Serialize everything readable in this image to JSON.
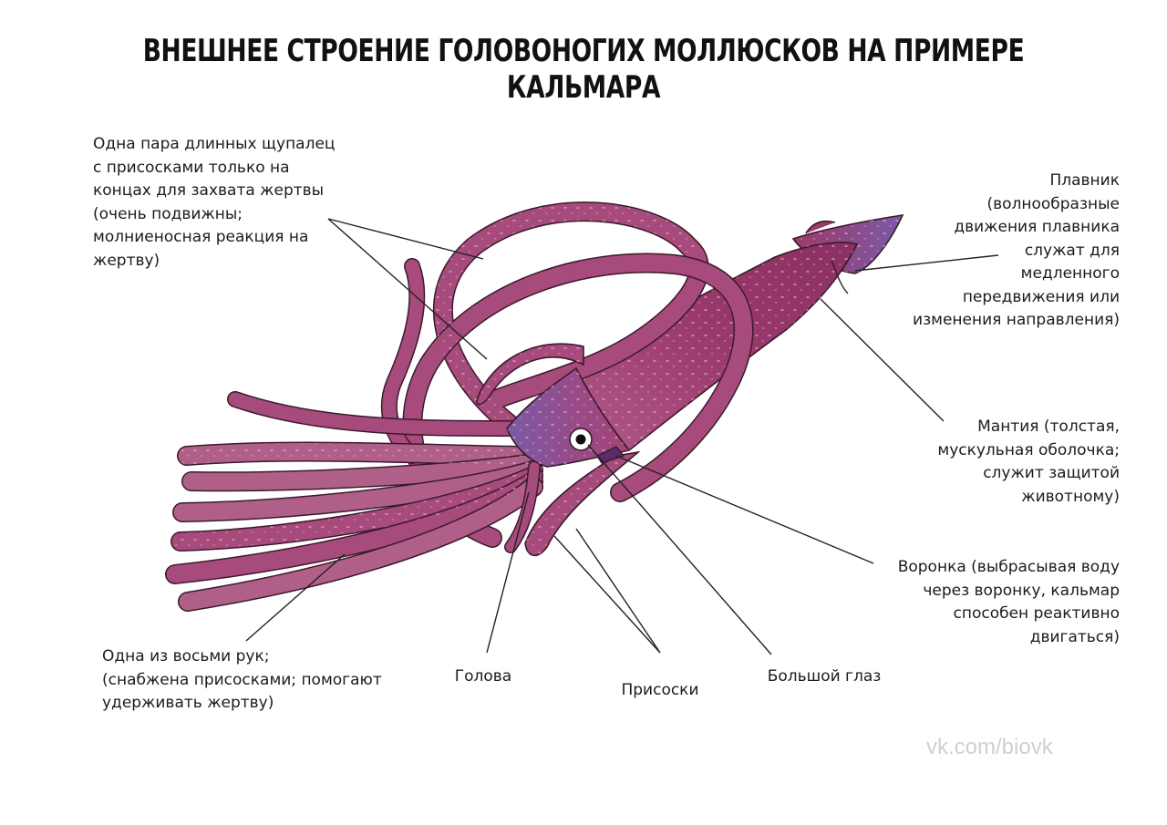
{
  "title": "ВНЕШНЕЕ СТРОЕНИЕ ГОЛОВОНОГИХ МОЛЛЮСКОВ НА ПРИМЕРЕ КАЛЬМАРА",
  "labels": {
    "tentacles": "Одна пара длинных щупалец\nс присосками только на\nконцах для захвата жертвы\n(очень подвижны;\nмолниеносная реакция на\nжертву)",
    "fin": "Плавник\n(волнообразные\nдвижения плавника\nслужат для\nмедленного\nпередвижения или\nизменения направления)",
    "mantle": "Мантия (толстая,\nмускульная оболочка;\nслужит защитой\nживотному)",
    "funnel": "Воронка (выбрасывая воду\nчерез воронку, кальмар\nспособен реактивно\nдвигаться)",
    "arm": "Одна из восьми рук;\n(снабжена присосками; помогают\nудерживать жертву)",
    "head": "Голова",
    "suckers": "Присоски",
    "eye": "Большой глаз"
  },
  "source": "vk.com/biovk",
  "colors": {
    "body": "#9e3a6e",
    "body_light": "#b95588",
    "body_dark": "#7c2a56",
    "tentacle": "#a74a7c",
    "arm": "#b06088",
    "violet": "#7a5aa6",
    "outline": "#3b1a2c",
    "leader_line": "#222222"
  }
}
